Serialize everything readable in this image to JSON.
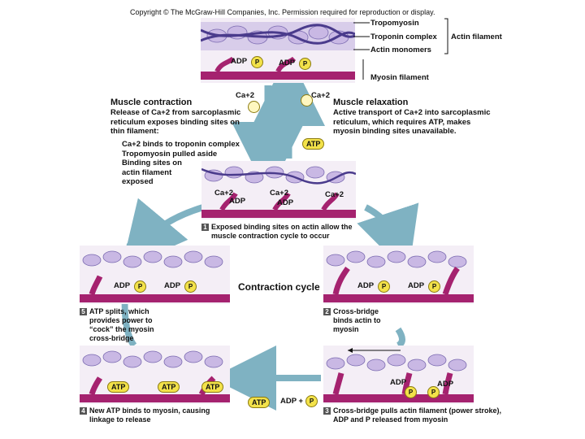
{
  "copyright": "Copyright © The McGraw-Hill Companies, Inc. Permission required for reproduction or display.",
  "labels": {
    "tropomyosin": "Tropomyosin",
    "troponin_complex": "Troponin complex",
    "actin_monomers": "Actin monomers",
    "actin_filament": "Actin filament",
    "myosin_filament": "Myosin filament"
  },
  "contraction": {
    "title": "Muscle contraction",
    "text_lines": [
      "Release of Ca+2 from sarcoplasmic",
      "reticulum exposes binding sites on",
      "thin filament:"
    ],
    "steps": [
      "Ca+2 binds to troponin complex",
      "Tropomyosin pulled aside",
      "Binding sites on",
      "actin filament",
      "exposed"
    ]
  },
  "relaxation": {
    "title": "Muscle relaxation",
    "text_lines": [
      "Active transport of Ca+2 into sarcoplasmic",
      "reticulum, which requires ATP, makes",
      "myosin binding sites unavailable."
    ]
  },
  "ions": {
    "ca": "Ca+2",
    "atp": "ATP",
    "adp": "ADP",
    "p": "P",
    "adp_plus": "ADP +"
  },
  "cycle_title": "Contraction cycle",
  "steps": [
    {
      "n": "1",
      "lines": [
        "Exposed binding sites on actin allow the",
        "muscle contraction cycle to occur"
      ]
    },
    {
      "n": "2",
      "lines": [
        "Cross-bridge",
        "binds actin to",
        "myosin"
      ]
    },
    {
      "n": "3",
      "lines": [
        "Cross-bridge pulls actin filament (power stroke),",
        "ADP and P released from myosin"
      ]
    },
    {
      "n": "4",
      "lines": [
        "New ATP binds to myosin, causing",
        "linkage to release"
      ]
    },
    {
      "n": "5",
      "lines": [
        "ATP splits, which",
        "provides power to",
        "“cock” the myosin",
        "cross-bridge"
      ]
    }
  ],
  "colors": {
    "actin": "#c9b8e4",
    "myosin": "#a5226f",
    "arrow": "#7fb2c2",
    "troponin": "#7a6ab0",
    "phosphate": "#f3e24a"
  }
}
